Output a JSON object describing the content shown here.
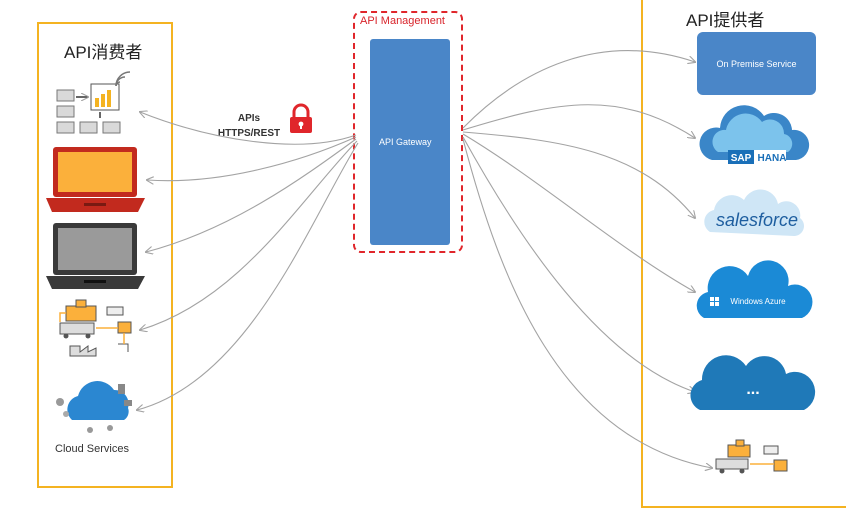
{
  "consumer_panel": {
    "title": "API消费者",
    "cloud_services_label": "Cloud Services"
  },
  "provider_panel": {
    "title": "API提供者",
    "on_premise_label": "On Premise Service",
    "sap_hana_label": "SAP HANA",
    "salesforce_label": "salesforce",
    "windows_azure_label": "Windows Azure",
    "generic_cloud_label": "..."
  },
  "api_management": {
    "label": "API Management",
    "gateway_label": "API Gateway"
  },
  "connection": {
    "apis_label": "APIs",
    "protocol_label": "HTTPS/REST"
  },
  "colors": {
    "panel_border": "#f4b321",
    "management_border": "#e0262b",
    "gateway_fill": "#4a86c8",
    "connector": "#a3a3a3"
  }
}
